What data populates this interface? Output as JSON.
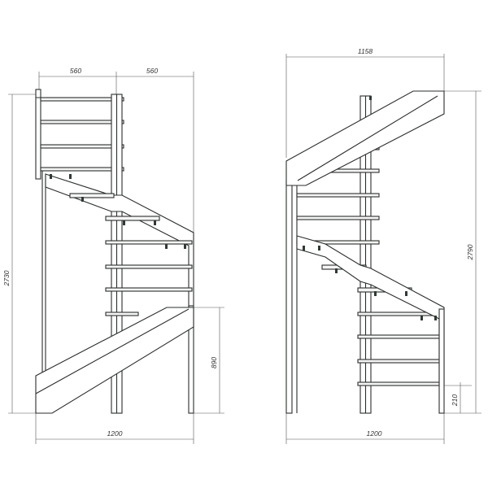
{
  "drawing": {
    "front_view": {
      "dimensions": {
        "top_left_width": "560",
        "top_right_width": "560",
        "total_height": "2730",
        "landing_height": "890",
        "base_width": "1200"
      }
    },
    "side_view": {
      "dimensions": {
        "top_width": "1158",
        "total_height": "2790",
        "bottom_step_height": "210",
        "base_width": "1200"
      }
    },
    "colors": {
      "line": "#2a2f2c",
      "dimension": "#555555",
      "bracket": "#2f3a33",
      "background": "#ffffff"
    }
  }
}
